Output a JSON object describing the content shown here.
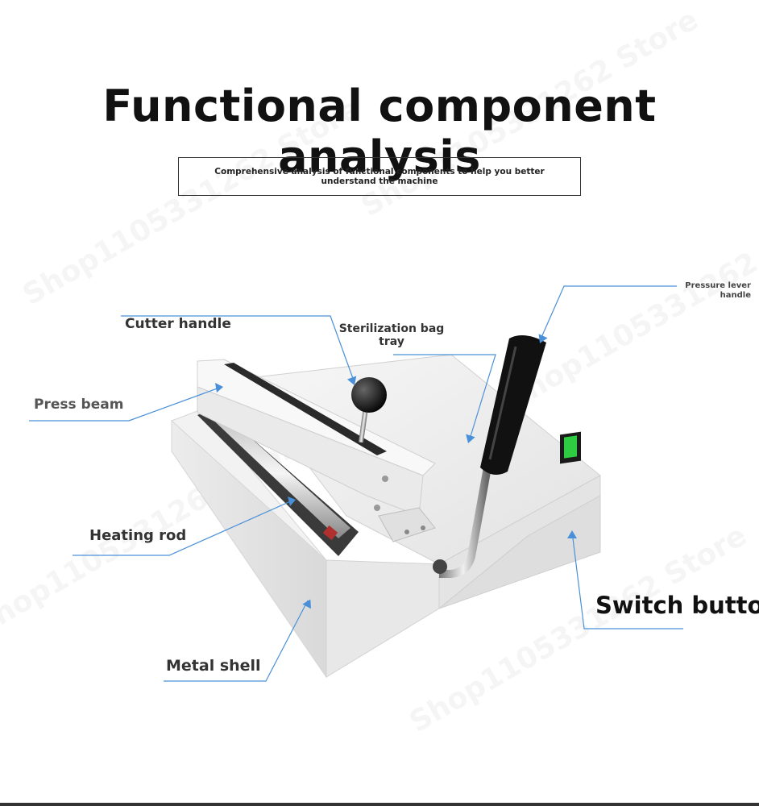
{
  "title": "Functional component analysis",
  "subtitle": "Comprehensive analysis of functional components to help you better understand the machine",
  "watermark": "Shop1105331262 Store",
  "labels": {
    "cutter_handle": "Cutter handle",
    "sterilization_tray": "Sterilization bag tray",
    "pressure_lever": "Pressure lever handle",
    "press_beam": "Press beam",
    "heating_rod": "Heating rod",
    "switch_button": "Switch button",
    "metal_shell": "Metal shell"
  },
  "colors": {
    "leader_line": "#4a90d9",
    "machine_body": "#eeeeee",
    "switch_green": "#2ecc40",
    "handle_black": "#111111"
  }
}
